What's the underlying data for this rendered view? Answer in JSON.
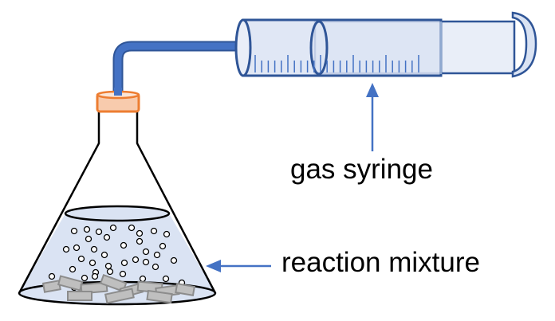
{
  "diagram": {
    "title": "Gas syringe apparatus",
    "labels": {
      "gas_syringe": "gas syringe",
      "reaction_mixture": "reaction mixture"
    },
    "colors": {
      "tube": "#4472c4",
      "tube_outline": "#2f5597",
      "bung_fill": "#f8cbad",
      "bung_outline": "#ed7d31",
      "liquid": "#dae3f3",
      "syringe_barrel": "#dae3f3",
      "syringe_plunger": "#e9eef8",
      "solid": "#a6a6a6",
      "arrow": "#4472c4"
    }
  }
}
